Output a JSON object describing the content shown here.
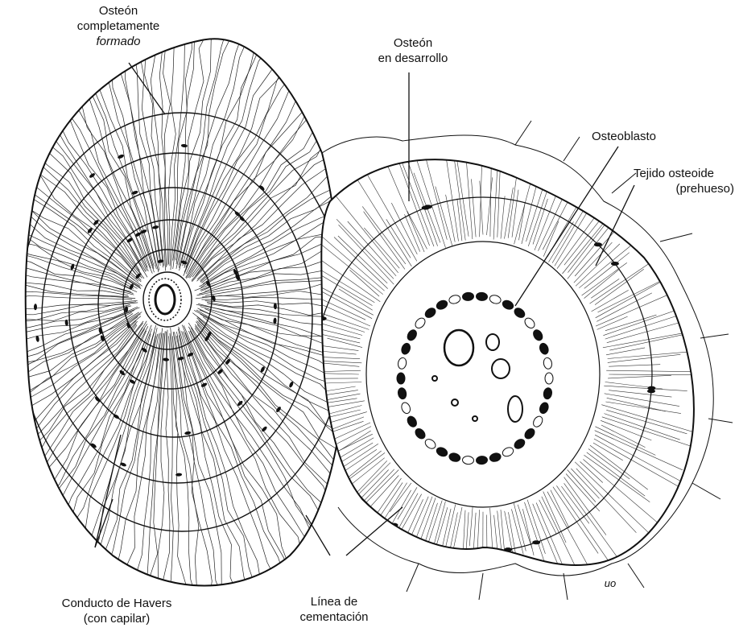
{
  "labels": {
    "osteon_formed": {
      "line1": "Osteón",
      "line2": "completamente",
      "line3": "formado"
    },
    "osteon_developing": {
      "line1": "Osteón",
      "line2": "en desarrollo"
    },
    "osteoblast": {
      "text": "Osteoblasto"
    },
    "osteoid": {
      "line1": "Tejido osteoide",
      "line2": "(prehueso)"
    },
    "havers": {
      "line1": "Conducto de Havers",
      "line2": "(con capilar)"
    },
    "cement_line": {
      "line1": "Línea de",
      "line2": "cementación"
    }
  },
  "signature": "uo"
}
